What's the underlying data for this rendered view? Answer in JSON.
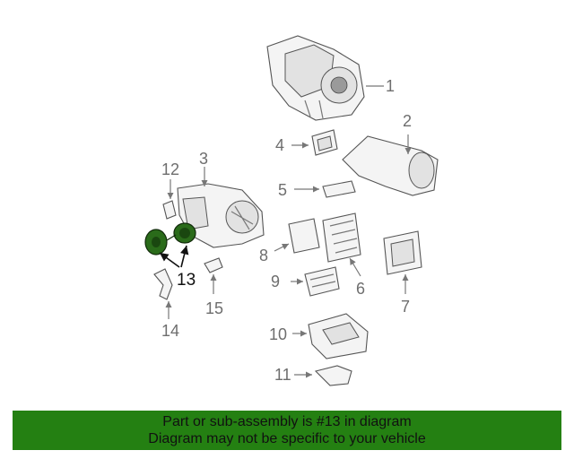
{
  "diagram": {
    "labels": [
      "1",
      "2",
      "3",
      "4",
      "5",
      "6",
      "7",
      "8",
      "9",
      "10",
      "11",
      "12",
      "13",
      "14",
      "15"
    ],
    "highlight_label": "13",
    "highlight_color": "#2a6b1a"
  },
  "banner": {
    "line1": "Part or sub-assembly is #13 in diagram",
    "line2": "Diagram may not be specific to your vehicle",
    "background": "#248012"
  }
}
